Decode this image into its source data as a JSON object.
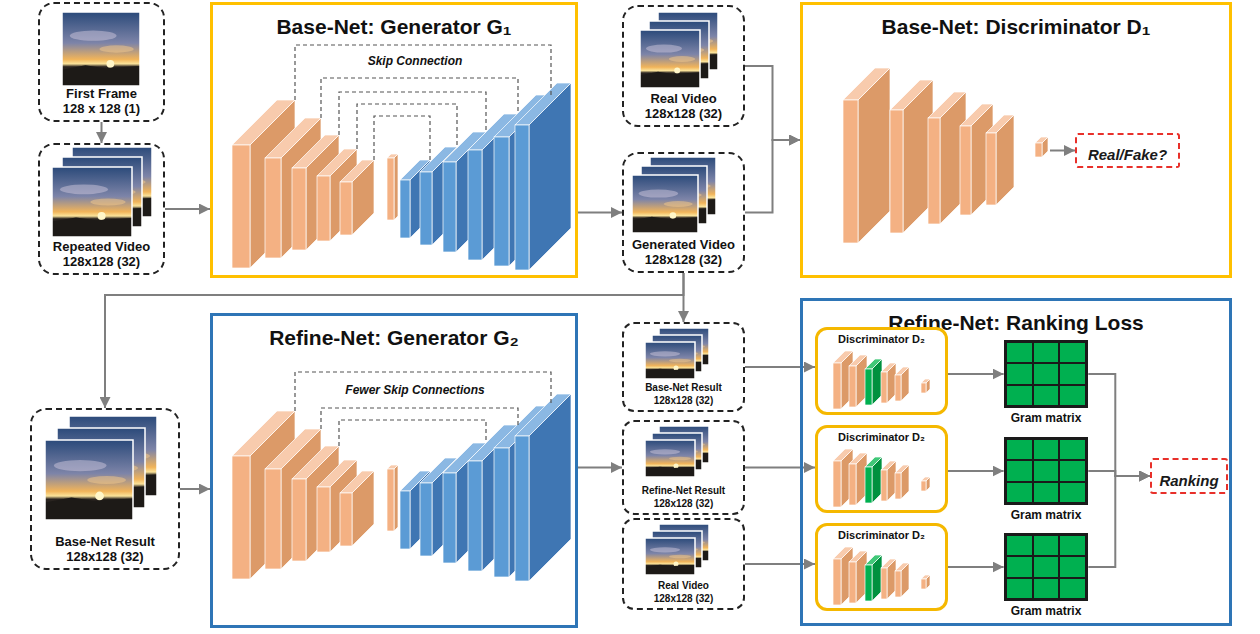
{
  "diagram": {
    "nodes": [
      {
        "text": [
          "First Frame",
          "128 x 128 (1)"
        ]
      },
      {
        "text": [
          "Repeated Video",
          "128x128 (32)"
        ]
      },
      {
        "text": [
          "Base-Net: Generator G₁",
          "Skip Connection"
        ]
      },
      {
        "text": [
          "Real Video",
          "128x128 (32)"
        ]
      },
      {
        "text": [
          "Generated Video",
          "128x128 (32)"
        ]
      },
      {
        "text": [
          "Base-Net: Discriminator D₁"
        ]
      },
      {
        "text": [
          "Real/Fake?"
        ],
        "in": 5
      },
      {
        "text": [
          "Base-Net Result",
          "128x128 (32)"
        ]
      },
      {
        "text": [
          "Refine-Net: Generator G₂",
          "Fewer Skip Connections"
        ]
      },
      {
        "text": [
          "Base-Net Result",
          "128x128 (32)"
        ]
      },
      {
        "text": [
          "Refine-Net Result",
          "128x128 (32)"
        ]
      },
      {
        "text": [
          "Real Video",
          "128x128 (32)"
        ]
      },
      {
        "text": [
          "Refine-Net: Ranking Loss"
        ]
      },
      {
        "text": [
          "Discriminator D₂"
        ],
        "in": 12
      },
      {
        "text": [
          "Gram matrix"
        ],
        "in": 12
      },
      {
        "text": [
          "Discriminator D₂"
        ],
        "in": 12
      },
      {
        "text": [
          "Gram matrix"
        ],
        "in": 12
      },
      {
        "text": [
          "Discriminator D₂"
        ],
        "in": 12
      },
      {
        "text": [
          "Gram matrix"
        ],
        "in": 12
      },
      {
        "text": [
          "Ranking"
        ],
        "in": 12
      }
    ],
    "edges": [
      {
        "from": 0,
        "to": 1,
        "arrow": "to"
      },
      {
        "from": 1,
        "to": 2,
        "arrow": "to"
      },
      {
        "from": 2,
        "to": 4,
        "arrow": "to"
      },
      {
        "from": 3,
        "to": 5,
        "arrow": "to"
      },
      {
        "from": 4,
        "to": 5,
        "arrow": "to"
      },
      {
        "from": 5,
        "to": 6,
        "arrow": "to"
      },
      {
        "from": 4,
        "to": 7,
        "arrow": "to"
      },
      {
        "from": 4,
        "to": 9,
        "arrow": "to"
      },
      {
        "from": 7,
        "to": 8,
        "arrow": "to"
      },
      {
        "from": 8,
        "to": 10,
        "arrow": "to"
      },
      {
        "from": 9,
        "to": 13,
        "arrow": "to"
      },
      {
        "from": 10,
        "to": 15,
        "arrow": "to"
      },
      {
        "from": 11,
        "to": 17,
        "arrow": "to"
      },
      {
        "from": 13,
        "to": 14,
        "arrow": "to"
      },
      {
        "from": 15,
        "to": 16,
        "arrow": "to"
      },
      {
        "from": 17,
        "to": 18,
        "arrow": "to"
      },
      {
        "from": 14,
        "to": 19,
        "arrow": "to"
      },
      {
        "from": 16,
        "to": 19,
        "arrow": "to"
      },
      {
        "from": 18,
        "to": 19,
        "arrow": "to"
      }
    ]
  }
}
